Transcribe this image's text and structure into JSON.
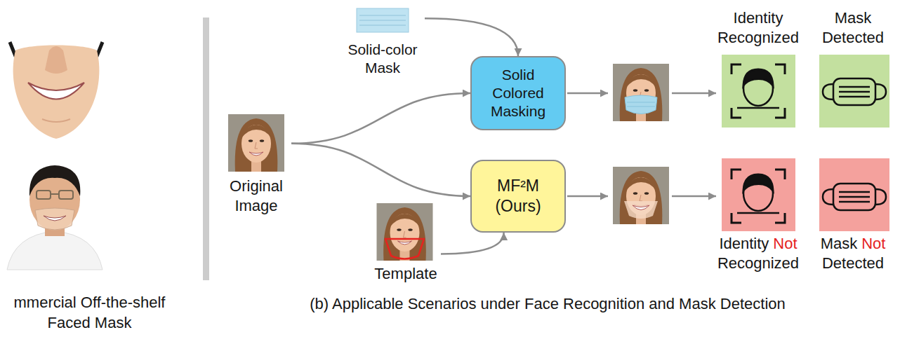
{
  "diagram": {
    "caption": "(b) Applicable Scenarios under Face Recognition and Mask Detection",
    "nodes": [
      {
        "text": [
          "Original Image"
        ]
      },
      {
        "text": [
          "Solid-color Mask"
        ]
      },
      {
        "text": [
          "Solid Colored Masking"
        ]
      },
      {
        "text": [
          "MF²M (Ours)"
        ]
      },
      {
        "text": [
          "Template"
        ]
      },
      {
        "text": [
          "Identity Recognized"
        ]
      },
      {
        "text": [
          "Mask Detected"
        ]
      },
      {
        "text": [
          "Identity",
          "Not",
          "Recognized"
        ]
      },
      {
        "text": [
          "Mask",
          "Not",
          "Detected"
        ]
      }
    ],
    "edges": [
      {
        "from": 0,
        "to": 2,
        "arrow": "to"
      },
      {
        "from": 0,
        "to": 3,
        "arrow": "to"
      },
      {
        "from": 1,
        "to": 2,
        "arrow": "to"
      },
      {
        "from": 4,
        "to": 3,
        "arrow": "to"
      }
    ],
    "labels": [
      "mmercial Off-the-shelf Faced Mask"
    ]
  }
}
